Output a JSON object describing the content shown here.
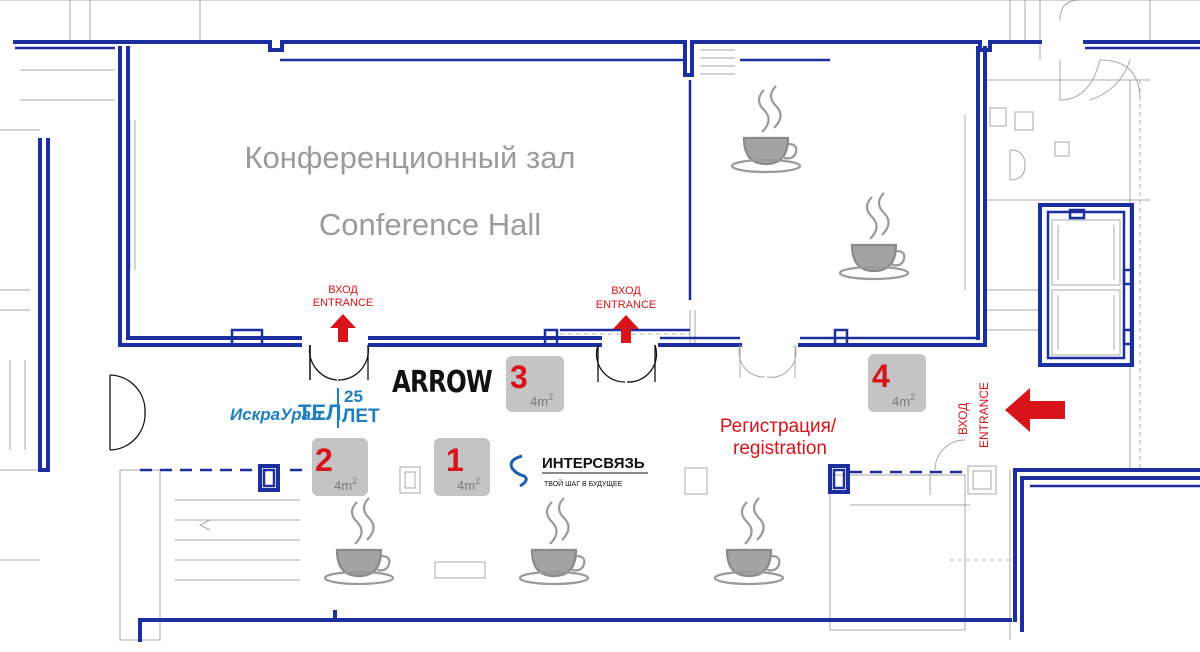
{
  "hall": {
    "title_ru": "Конференционный зал",
    "title_en": "Conference Hall"
  },
  "entrances": [
    {
      "label_ru": "ВХОД",
      "label_en": "ENTRANCE"
    },
    {
      "label_ru": "ВХОД",
      "label_en": "ENTRANCE"
    },
    {
      "label_ru": "ВХОД",
      "label_en": "ENTRANCE"
    }
  ],
  "registration": {
    "line1": "Регистрация/",
    "line2": "registration"
  },
  "booths": [
    {
      "number": "1",
      "area": "4m",
      "exp": "2"
    },
    {
      "number": "2",
      "area": "4m",
      "exp": "2"
    },
    {
      "number": "3",
      "area": "4m",
      "exp": "2"
    },
    {
      "number": "4",
      "area": "4m",
      "exp": "2"
    }
  ],
  "logos": {
    "arrow": "ARROW",
    "iskra_a": "ИскраУрал",
    "iskra_b": "ТЕЛ",
    "iskra_c": "25",
    "iskra_d": "ЛЕТ",
    "inter_name": "ИНТЕРСВЯЗЬ",
    "inter_tagline": "ТВОЙ ШАГ В БУДУЩЕЕ"
  },
  "icons": {
    "coffee": "coffee-cup-icon",
    "arrow": "red-arrow-icon"
  },
  "colors": {
    "walls": "#1c2f9e",
    "accent": "#d7141a",
    "booth": "#c4c4c4"
  }
}
